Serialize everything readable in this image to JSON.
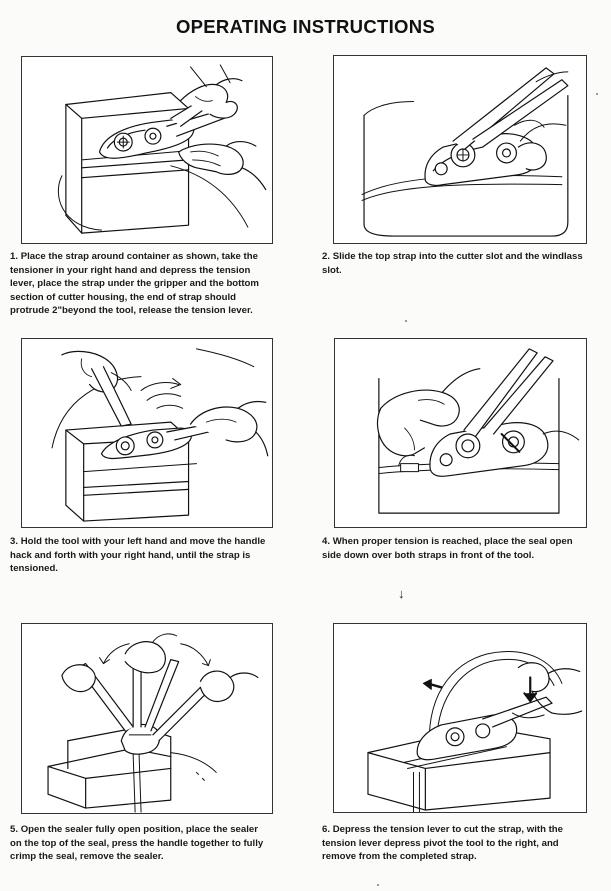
{
  "title": "OPERATING INSTRUCTIONS",
  "steps": [
    {
      "number": "1.",
      "text": "Place the strap around container as shown, take the tensioner in your right hand and depress the tension lever, place the strap under  the gripper and the bottom section of cutter housing, the end of strap should protrude 2\"beyond the tool, release the tension lever."
    },
    {
      "number": "2.",
      "text": "Slide the top strap into the cutter slot and the windlass slot."
    },
    {
      "number": "3.",
      "text": "Hold the tool with your left hand and move the handle hack and forth with your right hand, until the strap is tensioned."
    },
    {
      "number": "4.",
      "text": "When proper tension is reached, place the seal open side down over both straps in front of the tool."
    },
    {
      "number": "5.",
      "text": "Open the sealer fully open position, place the sealer on the top of the seal, press the handle together to fully crimp the seal, remove the sealer."
    },
    {
      "number": "6.",
      "text": "Depress the tension lever to cut the strap, with the tension lever depress pivot the tool to the right, and remove from the completed strap."
    }
  ],
  "arrow_glyph": "↓"
}
